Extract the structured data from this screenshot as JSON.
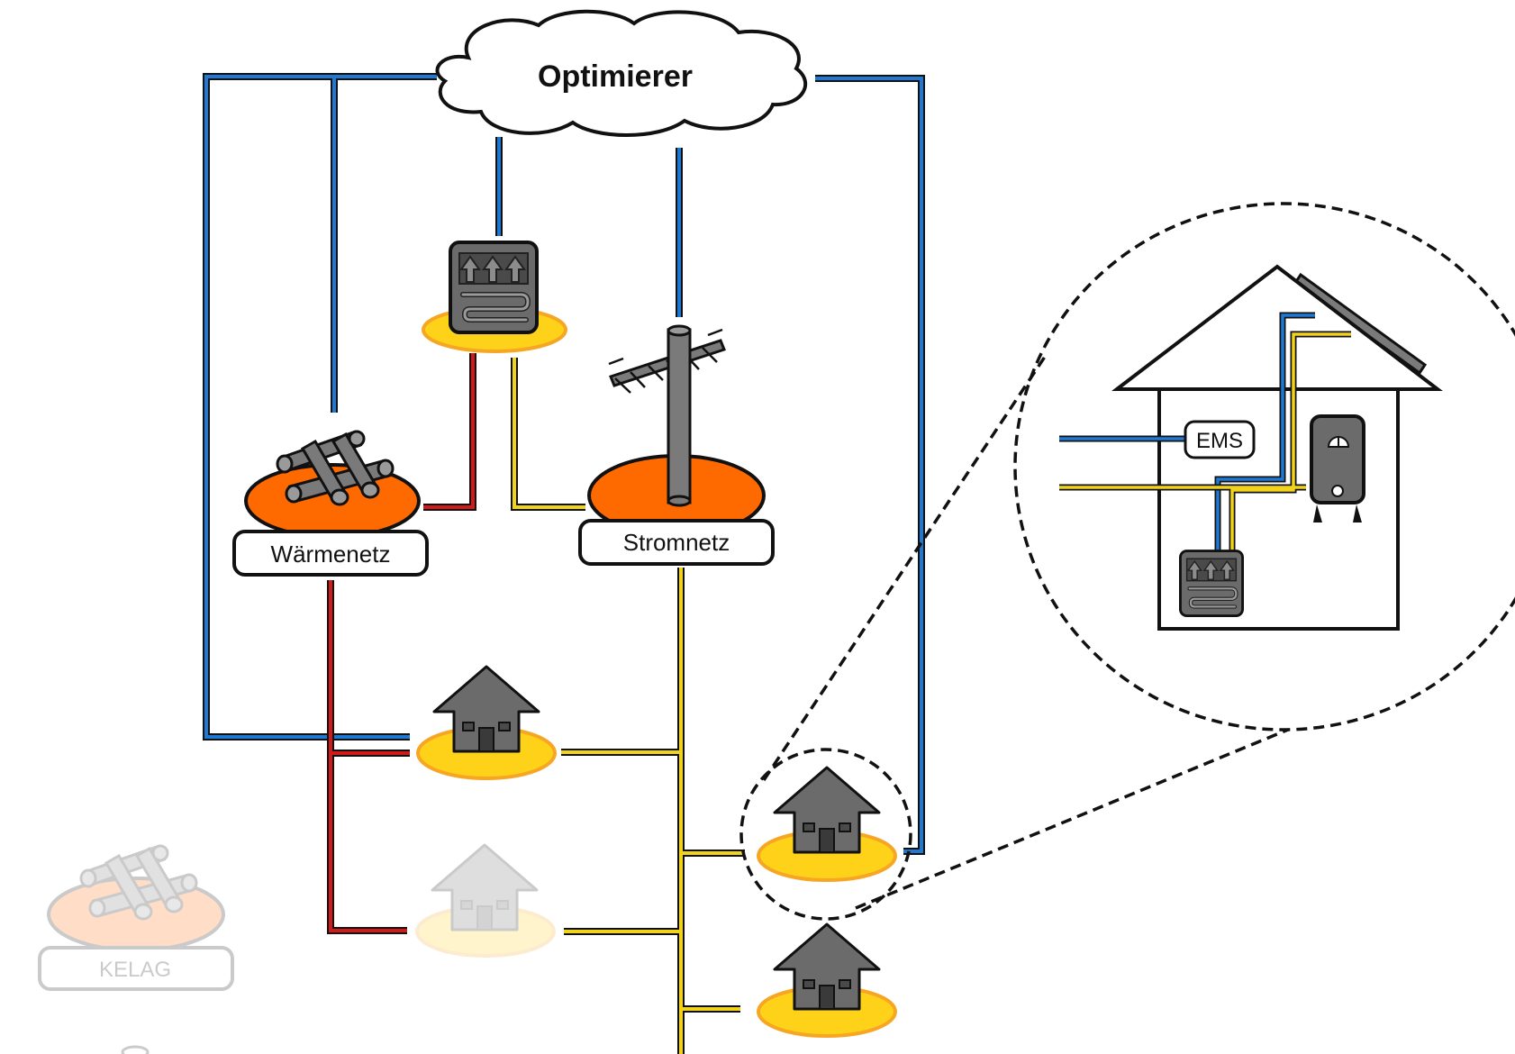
{
  "nodes": {
    "optimizer": "Optimierer",
    "heat_network": "Wärmenetz",
    "power_grid": "Stromnetz",
    "kelag": "KELAG",
    "ems": "EMS"
  },
  "colors": {
    "communication_line": "#1f78d1",
    "heat_line": "#d11a1a",
    "power_line": "#f2d31b",
    "network_base": "#ff6a00",
    "house_base": "#ffd21a",
    "icon_fill": "#6b6b6b",
    "outline": "#111111"
  },
  "icons": [
    "cloud-icon",
    "heat-pipes-icon",
    "power-pole-icon",
    "heat-meter-icon",
    "house-icon",
    "boiler-icon",
    "solar-panel-icon"
  ]
}
